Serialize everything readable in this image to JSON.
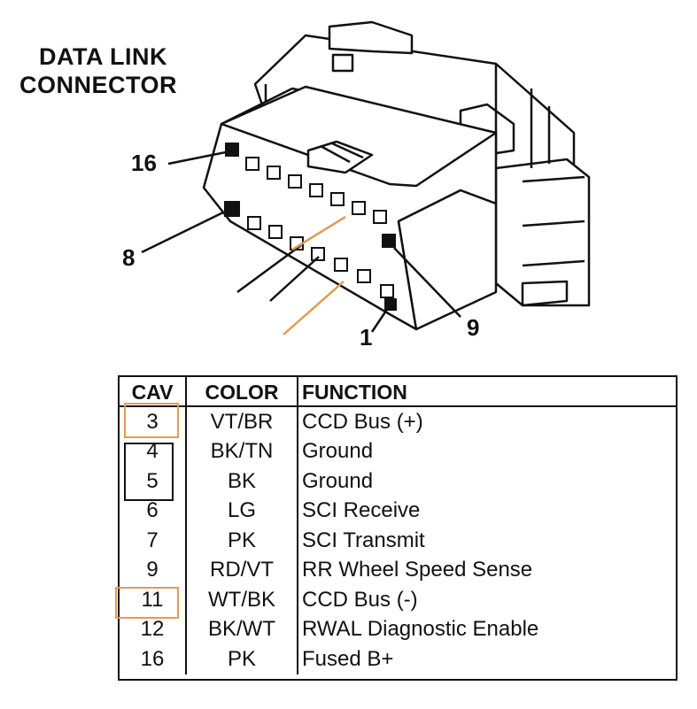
{
  "title": {
    "line1": "DATA LINK",
    "line2": "CONNECTOR"
  },
  "pin_labels": {
    "p16": "16",
    "p8": "8",
    "p9": "9",
    "p1": "1"
  },
  "table": {
    "headers": {
      "cav": "CAV",
      "color": "COLOR",
      "function": "FUNCTION"
    },
    "rows": [
      {
        "cav": "3",
        "color": "VT/BR",
        "function": "CCD Bus (+)"
      },
      {
        "cav": "4",
        "color": "BK/TN",
        "function": "Ground"
      },
      {
        "cav": "5",
        "color": "BK",
        "function": "Ground"
      },
      {
        "cav": "6",
        "color": "LG",
        "function": "SCI Receive"
      },
      {
        "cav": "7",
        "color": "PK",
        "function": "SCI Transmit"
      },
      {
        "cav": "9",
        "color": "RD/VT",
        "function": "RR Wheel Speed Sense"
      },
      {
        "cav": "11",
        "color": "WT/BK",
        "function": "CCD Bus (-)"
      },
      {
        "cav": "12",
        "color": "BK/WT",
        "function": "RWAL Diagnostic Enable"
      },
      {
        "cav": "16",
        "color": "PK",
        "function": "Fused B+"
      }
    ]
  },
  "colors": {
    "highlight_orange": "#e39a55",
    "highlight_black": "#111111"
  }
}
